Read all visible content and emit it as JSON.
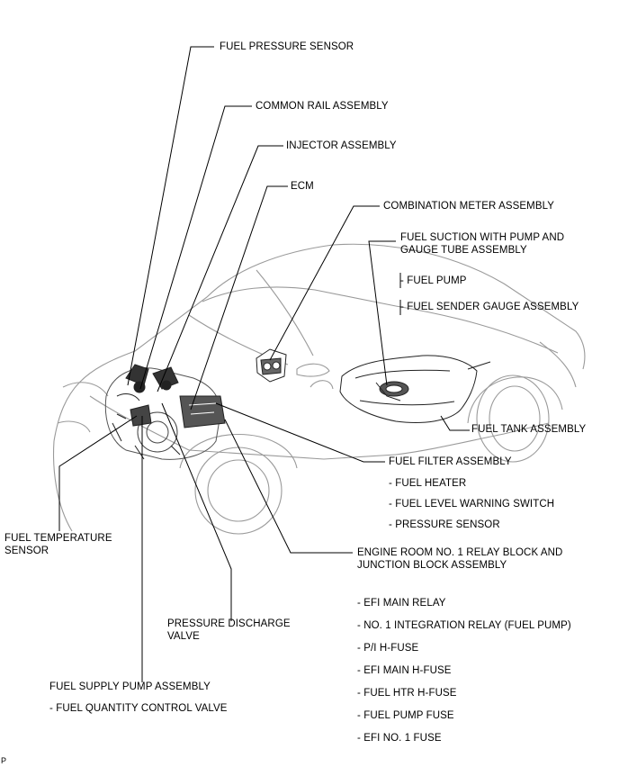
{
  "labels": {
    "fuel_pressure_sensor": "FUEL PRESSURE SENSOR",
    "common_rail": "COMMON RAIL ASSEMBLY",
    "injector": "INJECTOR ASSEMBLY",
    "ecm": "ECM",
    "combination_meter": "COMBINATION METER ASSEMBLY",
    "fuel_suction": "FUEL SUCTION WITH PUMP AND\nGAUGE TUBE ASSEMBLY",
    "fuel_pump": "- FUEL PUMP",
    "fuel_sender": "- FUEL SENDER GAUGE ASSEMBLY",
    "fuel_tank": "FUEL TANK ASSEMBLY",
    "fuel_filter": "FUEL FILTER ASSEMBLY",
    "fuel_heater": "- FUEL HEATER",
    "fuel_level_switch": "- FUEL LEVEL WARNING SWITCH",
    "pressure_sensor": "- PRESSURE SENSOR",
    "fuel_temp_sensor": "FUEL TEMPERATURE\nSENSOR",
    "relay_block": "ENGINE ROOM NO. 1 RELAY BLOCK AND\nJUNCTION BLOCK ASSEMBLY",
    "efi_main_relay": "- EFI MAIN RELAY",
    "integration_relay": "- NO. 1 INTEGRATION RELAY (FUEL PUMP)",
    "pi_hfuse": "- P/I H-FUSE",
    "efi_main_hfuse": "- EFI MAIN H-FUSE",
    "fuel_htr_hfuse": "- FUEL HTR H-FUSE",
    "fuel_pump_fuse": "- FUEL PUMP FUSE",
    "efi_no1_fuse": "- EFI NO. 1 FUSE",
    "pressure_discharge": "PRESSURE DISCHARGE\nVALVE",
    "fuel_supply_pump": "FUEL SUPPLY PUMP ASSEMBLY",
    "fuel_quantity_valve": "- FUEL QUANTITY CONTROL VALVE",
    "corner_code": "P"
  }
}
